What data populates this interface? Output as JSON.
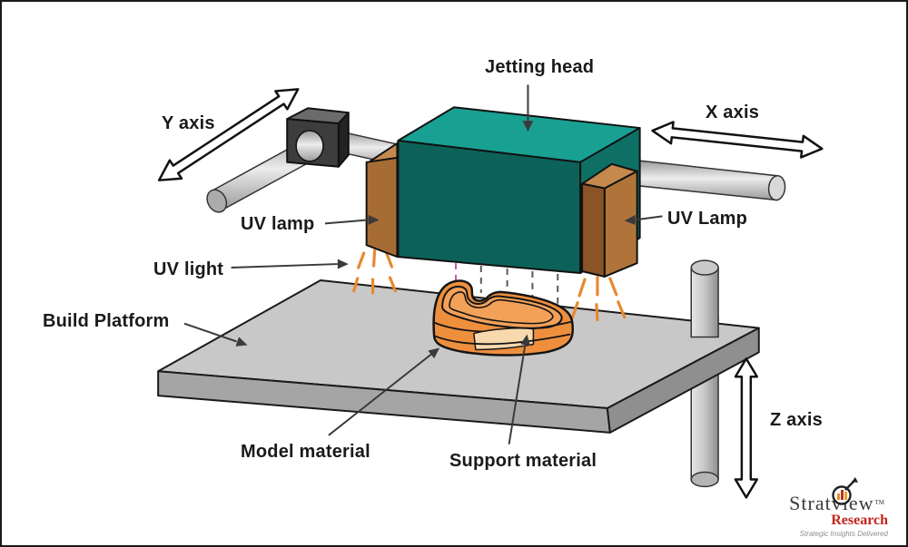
{
  "labels": {
    "jetting_head": "Jetting head",
    "y_axis": "Y axis",
    "x_axis": "X axis",
    "z_axis": "Z axis",
    "uv_lamp_left": "UV lamp",
    "uv_lamp_right": "UV Lamp",
    "uv_light": "UV light",
    "build_platform": "Build Platform",
    "model_material": "Model material",
    "support_material": "Support material"
  },
  "logo": {
    "brand": "Stratview",
    "tm": "TM",
    "research": "Research",
    "tagline": "Strategic Insights Delivered"
  },
  "colors": {
    "teal_top": "#18A193",
    "teal_front": "#0C6258",
    "teal_side": "#0E7065",
    "lamp_front": "#B0743A",
    "lamp_side": "#8A5426",
    "lamp_top": "#C5894E",
    "lamp_left_front": "#A76C34",
    "cube_top": "#6B6B6B",
    "cube_front": "#3D3D3D",
    "cube_side": "#232323",
    "platform_top": "#C8C8C8",
    "platform_left": "#A5A5A5",
    "platform_right": "#8F8F8F",
    "model_orange": "#EE8F3E",
    "model_top": "#F3A159",
    "support_patch": "#F8D9AE",
    "uv_ray": "#E8882E",
    "droplet_gray": "#5A5A5A",
    "droplet_pink": "#C75A9E",
    "pointer": "#3a3a3a",
    "research_red": "#C3251D"
  }
}
